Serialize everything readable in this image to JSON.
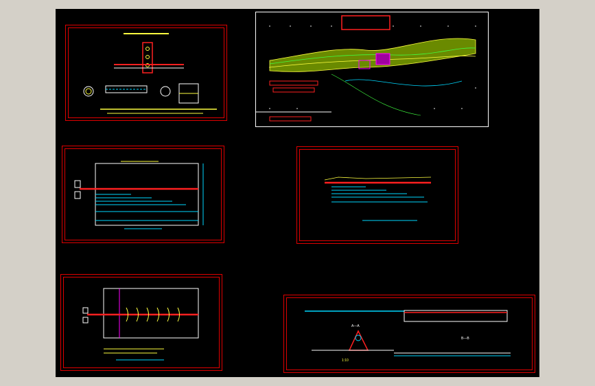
{
  "viewer": {
    "background": "#d4d0c8",
    "drawing_background": "#000000",
    "frame_color": "#e00000"
  },
  "sheets": [
    {
      "id": "top-left-detail",
      "kind": "pipe detail"
    },
    {
      "id": "site-plan",
      "kind": "topographic site plan"
    },
    {
      "id": "mid-left-plan",
      "kind": "plan with dimensions"
    },
    {
      "id": "mid-right-section",
      "kind": "profile section"
    },
    {
      "id": "bottom-left-plan",
      "kind": "plan with arcs"
    },
    {
      "id": "bottom-right-sections",
      "kind": "cross sections"
    }
  ],
  "labels": {
    "scale_1_10": "1:10",
    "section_aa": "A—A",
    "section_bb": "B—B"
  },
  "colors": {
    "red": "#ff2020",
    "cyan": "#00d8ff",
    "yellow": "#ffff40",
    "green": "#40ff40",
    "magenta": "#ff00ff",
    "white": "#ffffff"
  }
}
